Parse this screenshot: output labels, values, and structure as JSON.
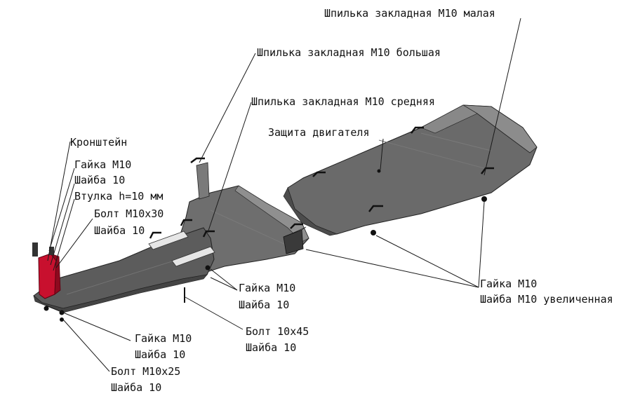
{
  "colors": {
    "plate_dark": "#5a5a5a",
    "plate_mid": "#6e6e6e",
    "plate_light": "#9a9a9a",
    "bracket": "#c8102e",
    "leader": "#1a1a1a",
    "text": "#111111"
  },
  "labels": {
    "stud_small": "Шпилька закладная М10 малая",
    "stud_large": "Шпилька закладная М10 большая",
    "stud_medium": "Шпилька закладная М10 средняя",
    "engine_guard": "Защита двигателя",
    "bracket": "Кронштейн",
    "nut_m10_a": "Гайка М10",
    "washer_10_a": "Шайба 10",
    "bushing": "Втулка h=10 мм",
    "bolt_m10x30": "Болт М10х30",
    "washer_10_b": "Шайба 10",
    "nut_m10_b": "Гайка М10",
    "washer_10_c": "Шайба 10",
    "bolt_10x45": "Болт 10х45",
    "washer_10_d": "Шайба 10",
    "nut_m10_c": "Гайка М10",
    "washer_10_e": "Шайба 10",
    "bolt_m10x25": "Болт М10х25",
    "washer_10_f": "Шайба 10",
    "nut_m10_d": "Гайка М10",
    "washer_m10_enlarged": "Шайба М10 увеличенная"
  }
}
